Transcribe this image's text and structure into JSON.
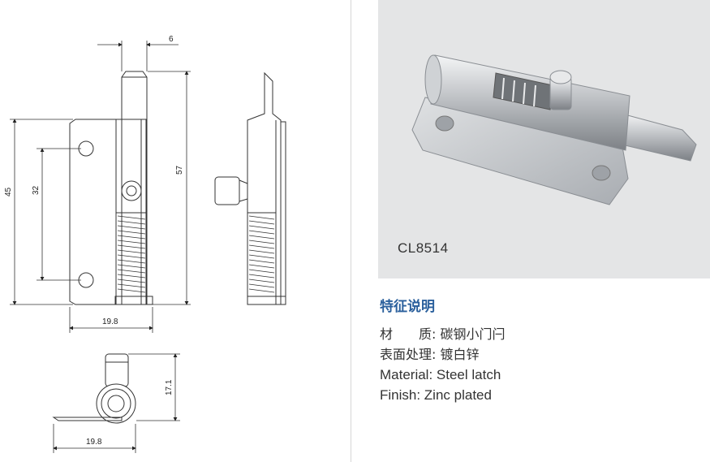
{
  "drawing": {
    "dims": {
      "top_width": "6",
      "overall_height": "57",
      "plate_height": "45",
      "hole_spacing": "32",
      "width_front": "19.8",
      "height_bottom": "17.1",
      "width_bottom": "19.8"
    }
  },
  "product": {
    "model": "CL8514"
  },
  "features": {
    "heading": "特征说明",
    "material_cn": "材　　质: 碳钢小门闩",
    "finish_cn": "表面处理: 镀白锌",
    "material_en": "Material: Steel latch",
    "finish_en": "Finish: Zinc plated"
  }
}
